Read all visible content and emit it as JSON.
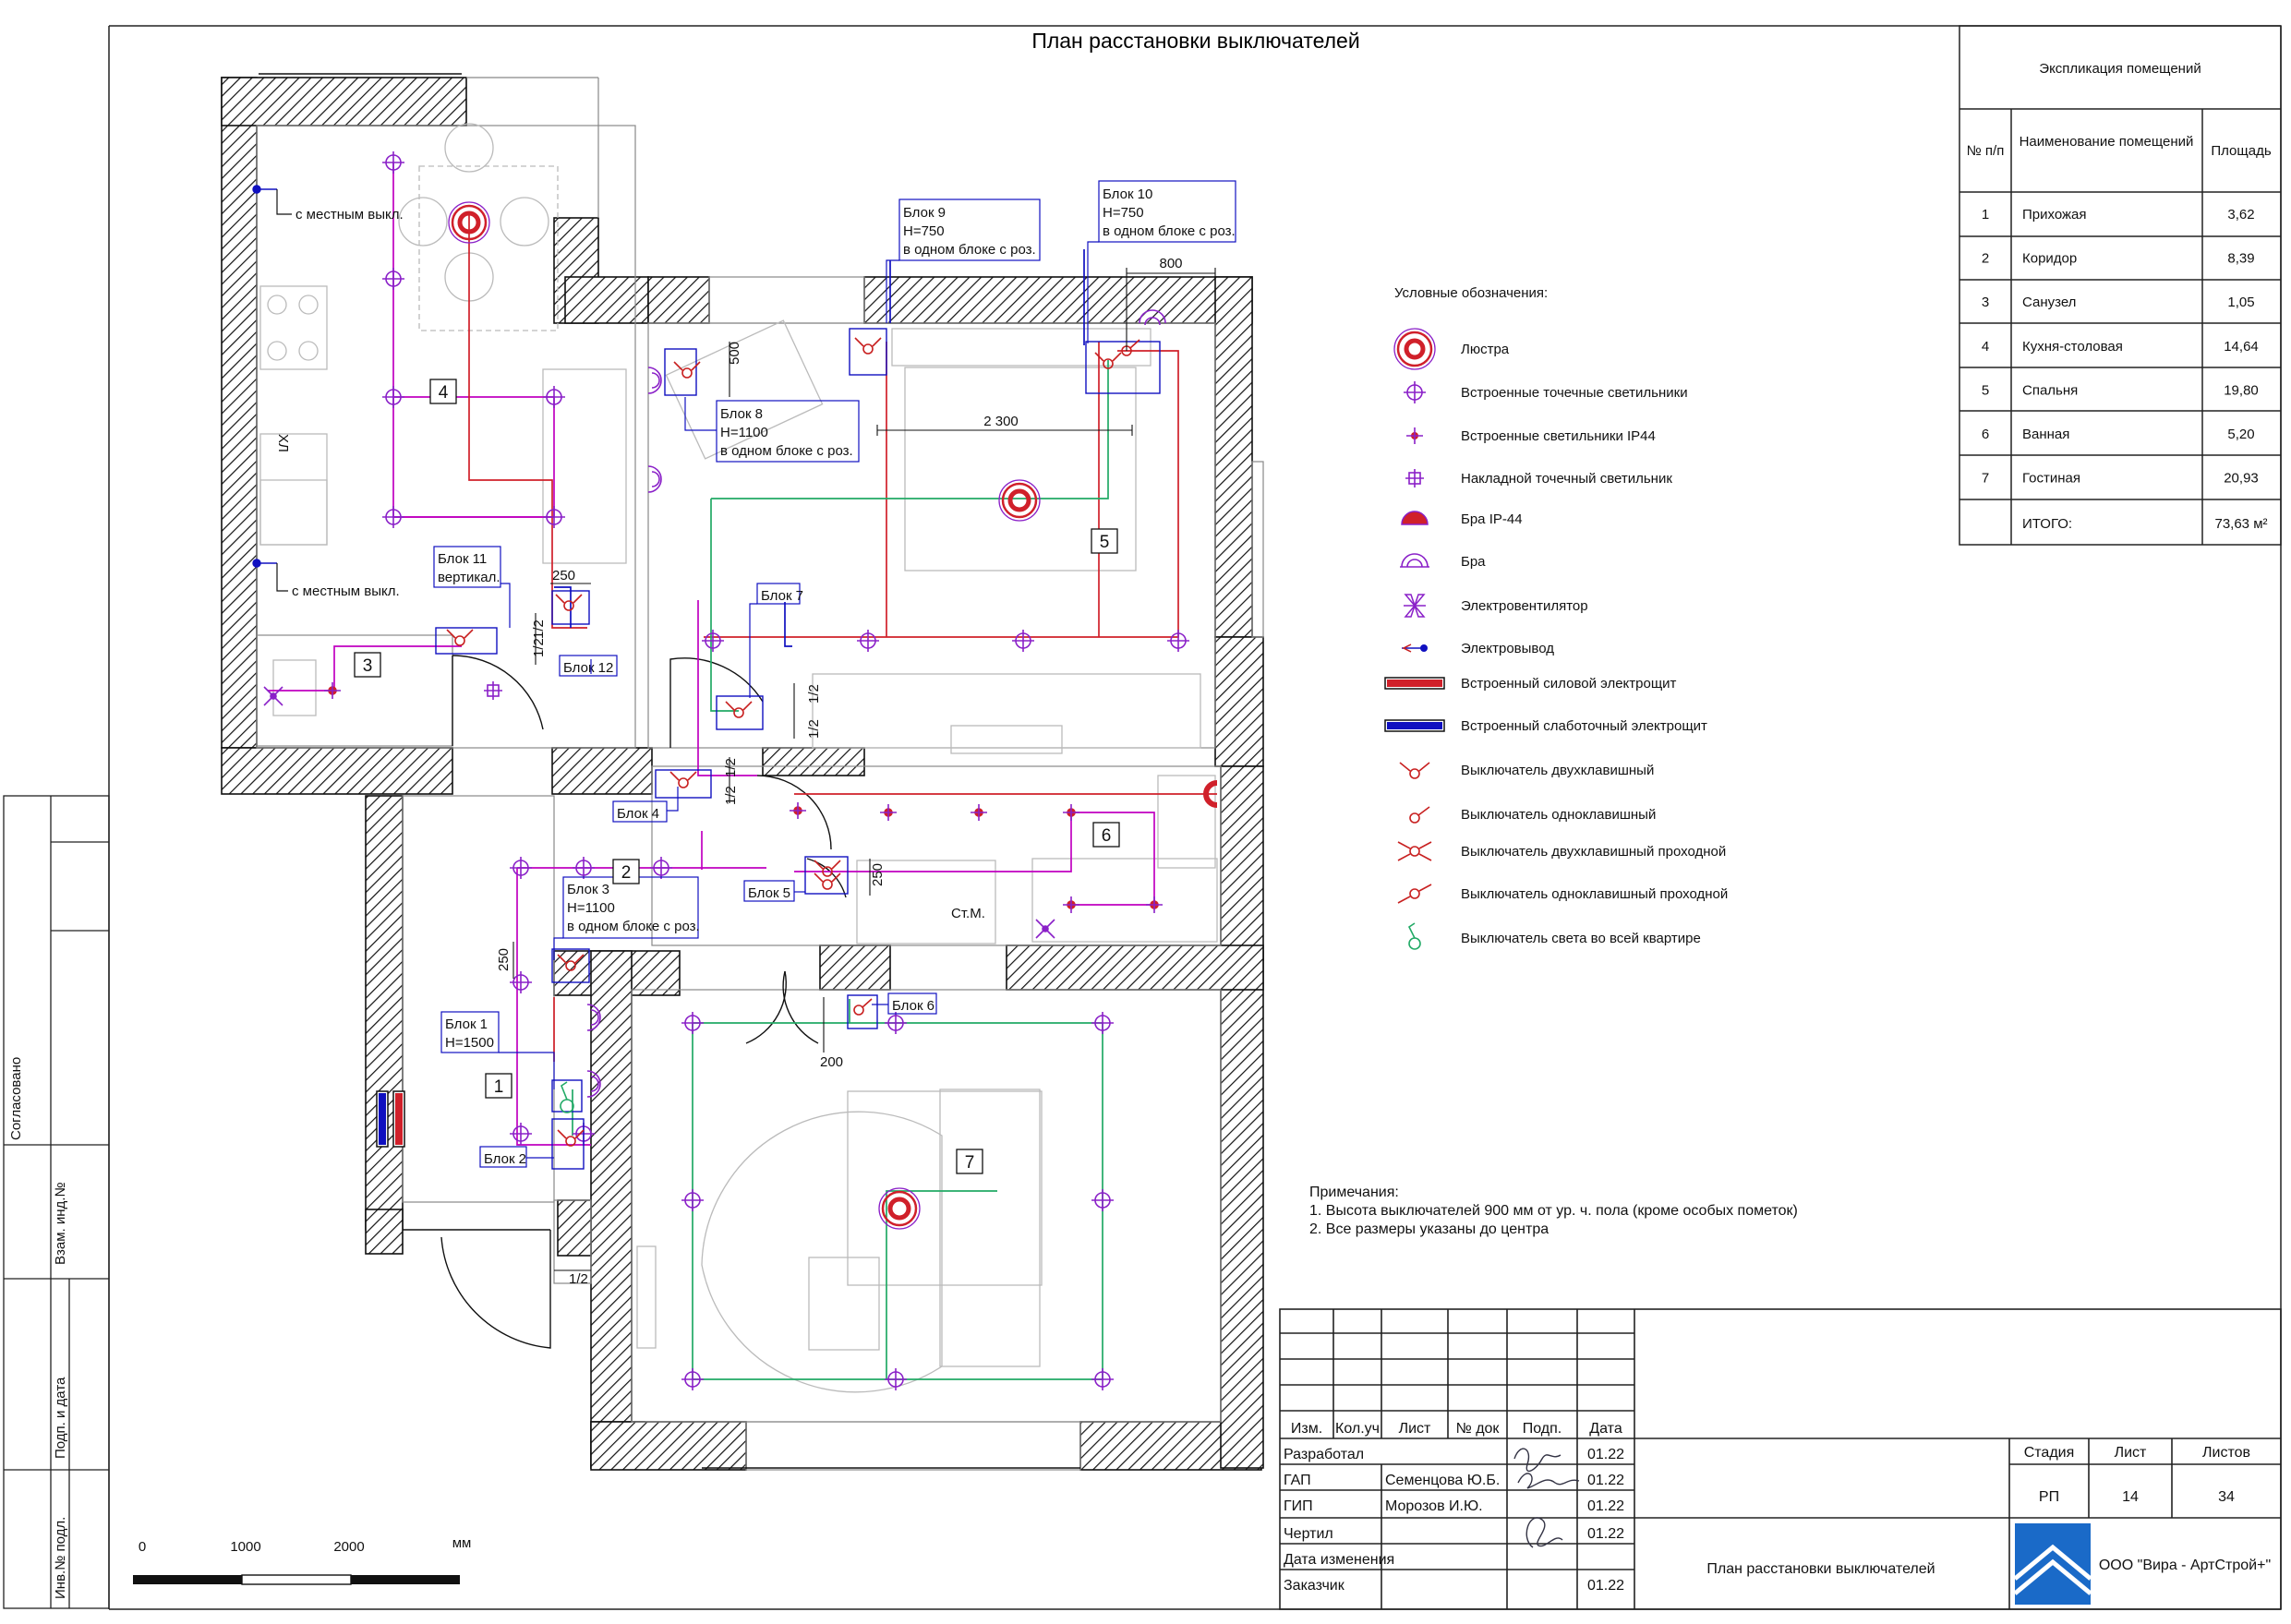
{
  "title": "План расстановки выключателей",
  "explication": {
    "title": "Экспликация помещений",
    "headers": [
      "№ п/п",
      "Наименование помещений",
      "Площадь"
    ],
    "rows": [
      {
        "n": "1",
        "name": "Прихожая",
        "area": "3,62"
      },
      {
        "n": "2",
        "name": "Коридор",
        "area": "8,39"
      },
      {
        "n": "3",
        "name": "Санузел",
        "area": "1,05"
      },
      {
        "n": "4",
        "name": "Кухня-столовая",
        "area": "14,64"
      },
      {
        "n": "5",
        "name": "Спальня",
        "area": "19,80"
      },
      {
        "n": "6",
        "name": "Ванная",
        "area": "5,20"
      },
      {
        "n": "7",
        "name": "Гостиная",
        "area": "20,93"
      }
    ],
    "total_label": "ИТОГО:",
    "total_area": "73,63 м²"
  },
  "legend": {
    "title": "Условные обозначения:",
    "items": [
      {
        "icon": "chandelier-icon",
        "label": "Люстра"
      },
      {
        "icon": "recessed-spotlight-icon",
        "label": "Встроенные точечные светильники"
      },
      {
        "icon": "recessed-ip44-icon",
        "label": "Встроенные светильники IP44"
      },
      {
        "icon": "surface-spotlight-icon",
        "label": "Накладной точечный светильник"
      },
      {
        "icon": "sconce-ip44-icon",
        "label": "Бра IP-44"
      },
      {
        "icon": "sconce-icon",
        "label": "Бра"
      },
      {
        "icon": "fan-icon",
        "label": "Электровентилятор"
      },
      {
        "icon": "outlet-wire-icon",
        "label": "Электровывод"
      },
      {
        "icon": "power-panel-icon",
        "label": "Встроенный силовой электрощит"
      },
      {
        "icon": "lowvoltage-panel-icon",
        "label": "Встроенный слаботочный электрощит"
      },
      {
        "icon": "double-switch-icon",
        "label": "Выключатель двухклавишный"
      },
      {
        "icon": "single-switch-icon",
        "label": "Выключатель  одноклавишный"
      },
      {
        "icon": "double-pass-switch-icon",
        "label": "Выключатель двухклавишный проходной"
      },
      {
        "icon": "single-pass-switch-icon",
        "label": "Выключатель  одноклавишный проходной"
      },
      {
        "icon": "master-switch-icon",
        "label": "Выключатель света во всей квартире"
      }
    ]
  },
  "notes": {
    "title": "Примечания:",
    "lines": [
      "1. Высота выключателей 900 мм от ур. ч. пола (кроме особых пометок)",
      "2. Все размеры указаны до центра"
    ]
  },
  "plan": {
    "rooms": [
      "1",
      "2",
      "3",
      "4",
      "5",
      "6",
      "7"
    ],
    "labels": {
      "local1": "с местным выкл.",
      "local2": "с местным выкл.",
      "b9": [
        "Блок 9",
        "Н=750",
        "в одном блоке с роз."
      ],
      "b10": [
        "Блок 10",
        "Н=750",
        "в одном блоке с роз."
      ],
      "b8": [
        "Блок 8",
        "Н=1100",
        "в одном блоке с роз."
      ],
      "b11": [
        "Блок 11",
        "вертикал."
      ],
      "b12": "Блок 12",
      "b7": "Блок 7",
      "b4": "Блок 4",
      "b3": [
        "Блок 3",
        "Н=1100",
        "в одном блоке с роз."
      ],
      "b5": "Блок 5",
      "b6": "Блок 6",
      "b1": [
        "Блок 1",
        "Н=1500"
      ],
      "b2": "Блок 2",
      "washer": "Ст.М.",
      "fridge": "ХЛ"
    },
    "dims": {
      "d800": "800",
      "d500": "500",
      "d2300": "2 300",
      "d250a": "250",
      "d250b": "250",
      "d250c": "250",
      "d200": "200",
      "half": "1/2"
    }
  },
  "scale": {
    "ticks": [
      "0",
      "1000",
      "2000"
    ],
    "unit": "мм"
  },
  "side_stamp": [
    "Согласовано",
    "Взам. инд.№",
    "Подп. и дата",
    "Инв.№ подл."
  ],
  "title_block": {
    "columns": [
      "Изм.",
      "Кол.уч",
      "Лист",
      "№ док",
      "Подп.",
      "Дата"
    ],
    "rows": [
      {
        "role": "Разработал",
        "name": "",
        "date": "01.22"
      },
      {
        "role": "ГАП",
        "name": "Семенцова Ю.Б.",
        "date": "01.22"
      },
      {
        "role": "ГИП",
        "name": "Морозов И.Ю.",
        "date": "01.22"
      },
      {
        "role": "Чертил",
        "name": "",
        "date": "01.22"
      },
      {
        "role": "Дата изменения",
        "name": "",
        "date": ""
      },
      {
        "role": "Заказчик",
        "name": "",
        "date": "01.22"
      }
    ],
    "sheet_title": "План расстановки выключателей",
    "stage_label": "Стадия",
    "sheet_label": "Лист",
    "sheets_label": "Листов",
    "stage": "РП",
    "sheet": "14",
    "sheets": "34",
    "company": "ООО \"Вира - АртСтрой+\""
  },
  "colors": {
    "wire_red": "#d0202a",
    "wire_pink": "#c000c0",
    "wire_green": "#22aa66",
    "fixture": "#8a20c8",
    "block": "#1010c0",
    "switch": "#c82020"
  }
}
